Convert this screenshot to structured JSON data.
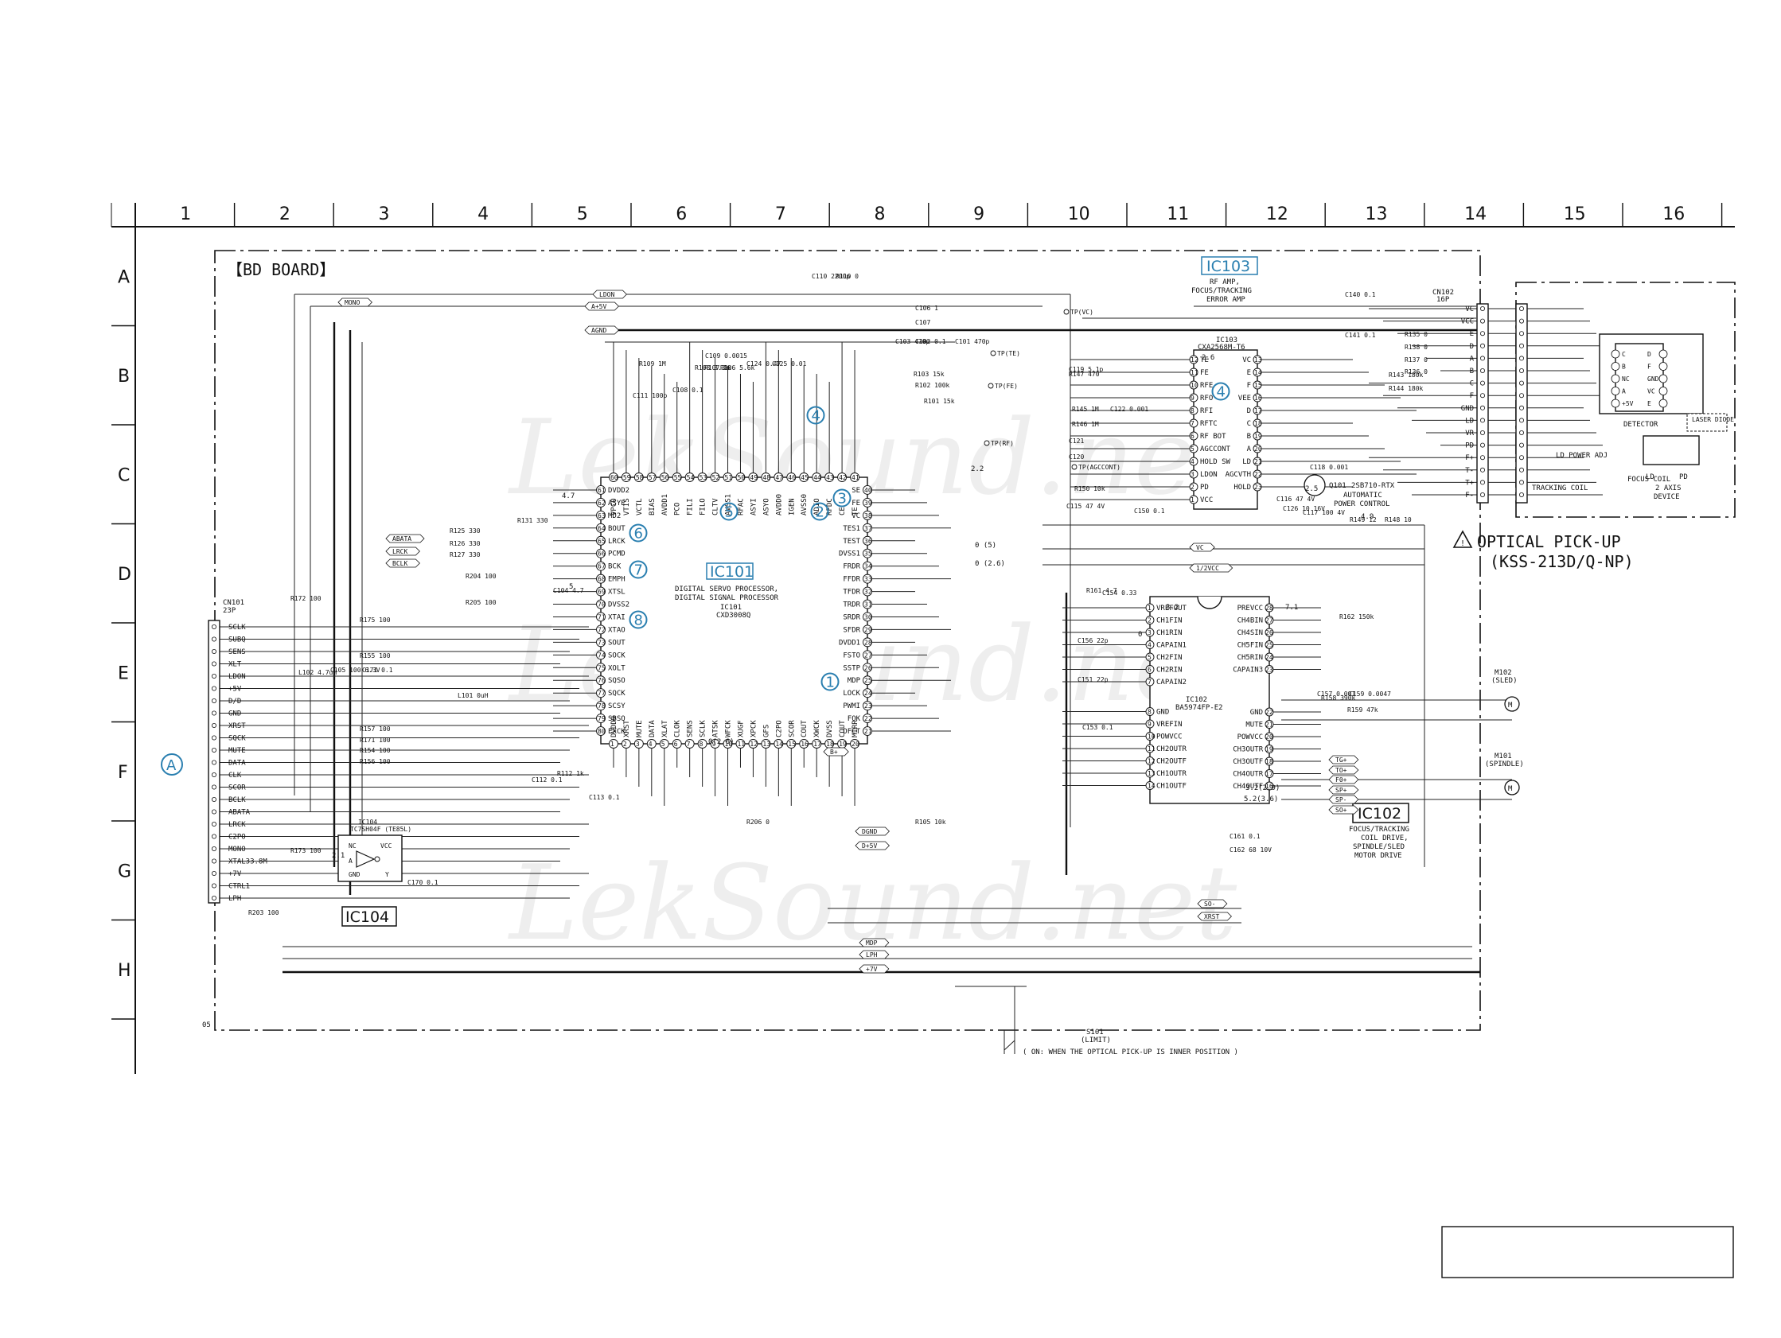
{
  "columns": [
    "1",
    "2",
    "3",
    "4",
    "5",
    "6",
    "7",
    "8",
    "9",
    "10",
    "11",
    "12",
    "13",
    "14",
    "15",
    "16"
  ],
  "rows": [
    "A",
    "B",
    "C",
    "D",
    "E",
    "F",
    "G",
    "H"
  ],
  "board_title": "【BD BOARD】",
  "watermark": "LekSound.net",
  "connector_a": {
    "ref": "CN101",
    "pins_count": "23P",
    "marker": "A",
    "pins": [
      "SCLK",
      "SUBQ",
      "SENS",
      "XLT",
      "LDON",
      "+5V",
      "D/D",
      "GND",
      "XRST",
      "SQCK",
      "MUTE",
      "DATA",
      "CLK",
      "SCOR",
      "BCLK",
      "ABATA",
      "LRCK",
      "C2PO",
      "MONO",
      "XTAL33.8M",
      "+7V",
      "CTRL1",
      "LPH"
    ]
  },
  "ic101": {
    "name": "IC101",
    "desc1": "DIGITAL SERVO PROCESSOR,",
    "desc2": "DIGITAL SIGNAL PROCESSOR",
    "ref": "IC101",
    "part": "CXD3008Q",
    "left_pins": [
      "DVDD2",
      "ASYE",
      "MD2",
      "BOUT",
      "LRCK",
      "PCMD",
      "BCK",
      "EMPH",
      "XTSL",
      "DVSS2",
      "XTAI",
      "XTAO",
      "SOUT",
      "SOCK",
      "XOLT",
      "SQSO",
      "SQCK",
      "SCSY",
      "SBSO",
      "EXCK"
    ],
    "right_pins": [
      "SE",
      "FE",
      "VC",
      "TES1",
      "TEST",
      "DVSS1",
      "FRDR",
      "FFDR",
      "TFDR",
      "TRDR",
      "SRDR",
      "SFDR",
      "DVDD1",
      "FSTO",
      "SSTP",
      "MDP",
      "LOCK",
      "PWMI",
      "FOK",
      "DFCT"
    ],
    "top_pins": [
      "VPCO",
      "VTIS",
      "VCTL",
      "BIAS",
      "AVDD1",
      "PCO",
      "FILI",
      "FILO",
      "CLTV",
      "AVSS1",
      "RFAC",
      "ASYI",
      "ASYO",
      "AVDD0",
      "IGEN",
      "AVSS0",
      "ADIO",
      "RFDC",
      "CE",
      "TE"
    ],
    "bottom_pins": [
      "DVDD0",
      "XRST",
      "MUTE",
      "DATA",
      "XLAT",
      "CLOK",
      "SENS",
      "SCLK",
      "ATSK",
      "WFCK",
      "XUGF",
      "XPCK",
      "GFS",
      "C2PO",
      "SCOR",
      "COUT",
      "XWCK",
      "DVSS",
      "COUT",
      "MIRR"
    ]
  },
  "ic102": {
    "name": "IC102",
    "desc": [
      "FOCUS/TRACKING",
      "COIL DRIVE,",
      "SPINDLE/SLED",
      "MOTOR DRIVE"
    ],
    "ref": "IC102",
    "part": "BA5974FP-E2",
    "left_pins": [
      "VREFOUT",
      "CH1FIN",
      "CH1RIN",
      "CAPAIN1",
      "CH2FIN",
      "CH2RIN",
      "CAPAIN2",
      "GND",
      "VREFIN",
      "POWVCC",
      "CH2OUTR",
      "CH2OUTF",
      "CH1OUTR",
      "CH1OUTF"
    ],
    "right_pins": [
      "PREVCC",
      "CH4BIN",
      "CH4SIN",
      "CH5FIN",
      "CH5RIN",
      "CAPAIN3",
      "GND",
      "MUTE",
      "POWVCC",
      "CH3OUTR",
      "CH3OUTF",
      "CH4OUTR",
      "CH4OUTF"
    ]
  },
  "ic103": {
    "name": "IC103",
    "desc": [
      "RF AMP,",
      "FOCUS/TRACKING",
      "ERROR AMP"
    ],
    "ref": "IC103",
    "part": "CXA2568M-T6",
    "left_pins": [
      "TE",
      "FE",
      "RFE",
      "RFO",
      "RFI",
      "RFTC",
      "RF BOT",
      "AGCCONT",
      "HOLD SW",
      "LDON",
      "PD",
      "VCC"
    ],
    "right_pins": [
      "VC",
      "E",
      "F",
      "VEE",
      "D",
      "C",
      "B",
      "A",
      "LD",
      "AGCVTH",
      "HOLD"
    ]
  },
  "ic104": {
    "name": "IC104",
    "ref": "IC104",
    "part": "TC7SH04F (TE85L)",
    "pins": [
      "NC",
      "A",
      "GND",
      "VCC",
      "Y"
    ]
  },
  "pickup": {
    "title": "OPTICAL PICK-UP",
    "model": "(KSS-213D/Q-NP)",
    "cn": "CN102",
    "cn_pins": "16P",
    "pin_labels": [
      "VC",
      "VCC",
      "E",
      "D",
      "A",
      "B",
      "C",
      "F",
      "GND",
      "LD",
      "VR",
      "PD",
      "F+",
      "T-",
      "T+",
      "F-"
    ],
    "detector_pins": [
      "C",
      "B",
      "NC",
      "A",
      "+5V",
      "D",
      "F",
      "GND",
      "VC",
      "E"
    ],
    "labels": [
      "DETECTOR",
      "LASER DIODE",
      "LD POWER ADJ",
      "FOCUS COIL",
      "2 AXIS",
      "DEVICE",
      "TRACKING COIL",
      "LD",
      "PD"
    ]
  },
  "q101": {
    "ref": "Q101",
    "part": "2SB710-RTX",
    "desc": [
      "AUTOMATIC",
      "POWER CONTROL"
    ]
  },
  "motors": [
    {
      "ref": "M102",
      "name": "(SLED)"
    },
    {
      "ref": "M101",
      "name": "(SPINDLE)"
    }
  ],
  "switch": {
    "ref": "S101",
    "name": "(LIMIT)",
    "note": "( ON: WHEN THE OPTICAL PICK-UP IS INNER POSITION )"
  },
  "waveform_markers": [
    "1",
    "2",
    "3",
    "4",
    "5",
    "6",
    "7",
    "8",
    "4"
  ],
  "nets": [
    "LDON",
    "A+5V",
    "AGND",
    "ABATA",
    "LRCK",
    "BCLK",
    "DGND",
    "D+5V",
    "VC",
    "1/2VCC",
    "TG+",
    "TO+",
    "F0+",
    "SP+",
    "SP-",
    "SO+",
    "SO-",
    "XRST",
    "MDP",
    "LPH",
    "+7V",
    "MONO",
    "B+",
    "SSTP"
  ],
  "components": {
    "resistors": [
      "R110 0",
      "R125 330",
      "R126 330",
      "R127 330",
      "R131 330",
      "R204 100",
      "R205 100",
      "R175 100",
      "R155 100",
      "R157 100",
      "R171 100",
      "R154 100",
      "R156 100",
      "R173 100",
      "R203 100",
      "R172 100",
      "R109 1M",
      "R108 3.3k",
      "R107 1k",
      "R106 5.6k",
      "R112 1k",
      "R206 0",
      "R105 10k",
      "R103 15k",
      "R102 100k",
      "R101 15k",
      "R147 470",
      "R145 1M",
      "R146 1M",
      "R150 10k",
      "R149 12",
      "R148 10",
      "R143 180k",
      "R144 180k",
      "R135 0",
      "R138 0",
      "R137 0",
      "R136 0",
      "R161 4.7",
      "R162 150k",
      "R159 47k",
      "R158 390k"
    ],
    "capacitors": [
      "C110 2200p",
      "C106 1",
      "C107",
      "C103 470p",
      "C102 0.1",
      "C101 470p",
      "C111 100p",
      "C108 0.1",
      "C109 0.0015",
      "C124 0.47",
      "C125 0.01",
      "C104 4.7",
      "C105 100 6.3V",
      "C171 0.1",
      "C112 0.1",
      "C113 0.1",
      "C170 0.1",
      "C119 5.1p",
      "C122 0.001",
      "C121",
      "C120",
      "C115 47 4V",
      "C150 0.1",
      "C116 47 4V",
      "C140 0.1",
      "C141 0.1",
      "C118 0.001",
      "C117 100 4V",
      "C126 10 16V",
      "C154 0.33",
      "C156 22p",
      "C151 22p",
      "C153 0.1",
      "C157 0.001",
      "C159 0.0047",
      "C161 0.1",
      "C162 68 10V"
    ],
    "inductors": [
      "L102 4.7uH",
      "L101 0uH"
    ]
  },
  "test_points": [
    "TP(VC)",
    "TP(TE)",
    "TP(FE)",
    "TP(RF)",
    "TP(AGCCONT)"
  ],
  "signal_values": [
    "2.6",
    "4.7",
    "2.2",
    "3.2",
    "7.1",
    "0",
    "5",
    "2.1",
    "2.5",
    "4.9",
    "0 (5)",
    "0 (2.6)",
    "3.2(2.9)",
    "5.2(3.6)",
    "0(2.6)"
  ],
  "page_ref": "05",
  "blank_box": ""
}
